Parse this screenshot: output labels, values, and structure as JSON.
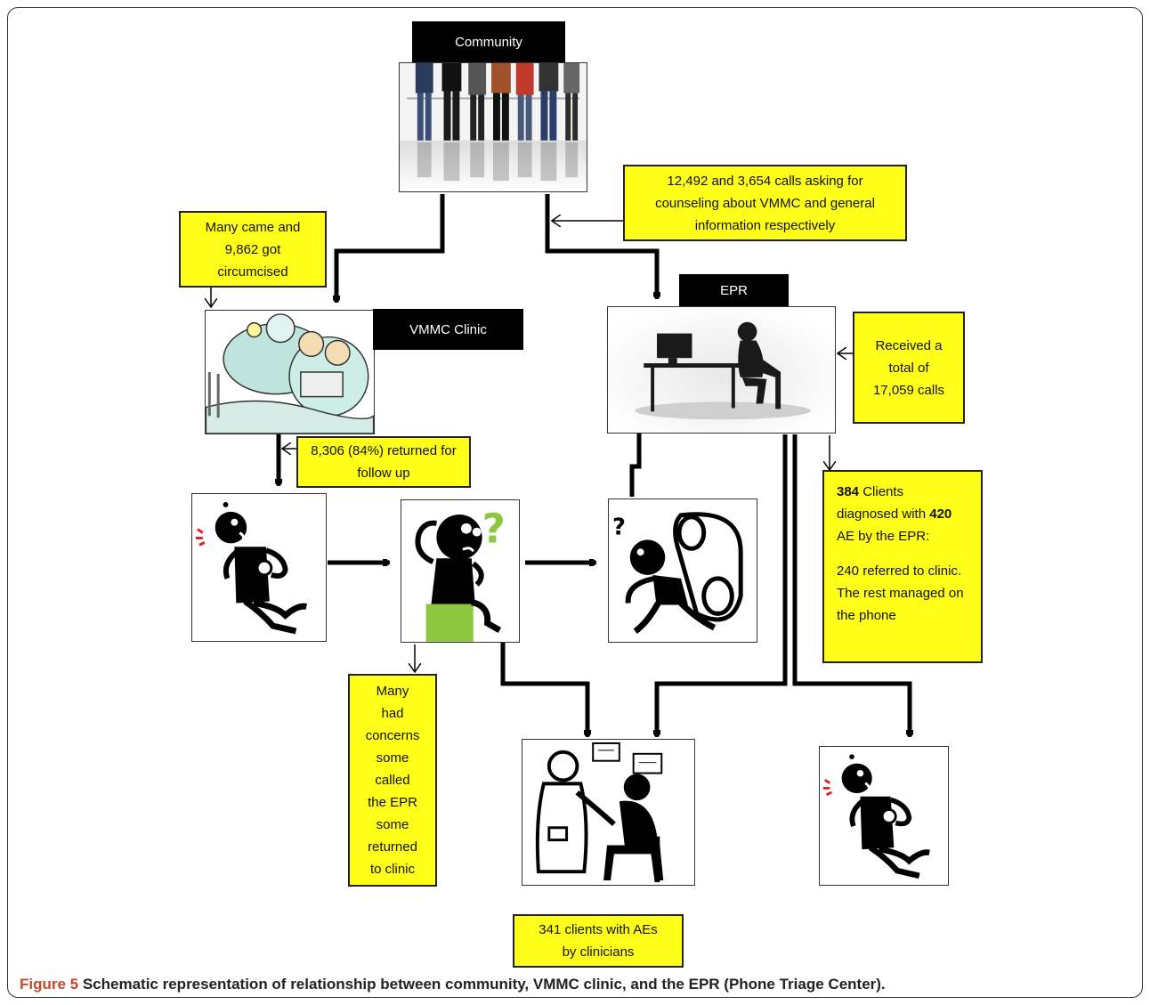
{
  "labels": {
    "community": "Community",
    "vmmc_clinic": "VMMC Clinic",
    "epr": "EPR"
  },
  "notes": {
    "calls": [
      "12,492 and 3,654 calls asking for",
      "counseling about VMMC and general",
      "information respectively"
    ],
    "circumcised": [
      "Many came and",
      "9,862 got",
      "circumcised"
    ],
    "received": [
      "Received a",
      "total of",
      "17,059 calls"
    ],
    "followup": [
      "8,306 (84%) returned for",
      "follow up"
    ],
    "diagnosed": {
      "clients_count": "384",
      "clients_text": " Clients diagnosed with ",
      "ae_count": "420",
      "ae_text": " AE by the EPR:",
      "detail": "240 referred to clinic. The rest managed on the phone"
    },
    "concerns": [
      "Many",
      "had",
      "concerns",
      "some",
      "called",
      "the EPR",
      "some",
      "returned",
      "to clinic"
    ],
    "clinicians": [
      "341 clients with AEs",
      "by clinicians"
    ]
  },
  "caption": {
    "figure": "Figure 5",
    "text": " Schematic representation of relationship between community, VMMC clinic, and the EPR (Phone Triage Center)."
  },
  "colors": {
    "note_fill": "#ffff1a",
    "label_fill": "#000000",
    "figure_label": "#c8462a",
    "stool_green": "#8dc63f",
    "question_green": "#8dc63f",
    "pain_red": "#e02020"
  },
  "images": {
    "community": "people-standing-in-line-photo",
    "clinic": "surgeons-operating-clipart",
    "epr": "person-on-phone-at-desk-silhouette",
    "pain": "man-in-pain-clipart",
    "thinking": "confused-man-on-stool-clipart",
    "calling": "man-talking-on-phone-clipart",
    "doctor": "doctor-examining-patient-clipart",
    "pain_home": "man-in-pain-clipart"
  }
}
